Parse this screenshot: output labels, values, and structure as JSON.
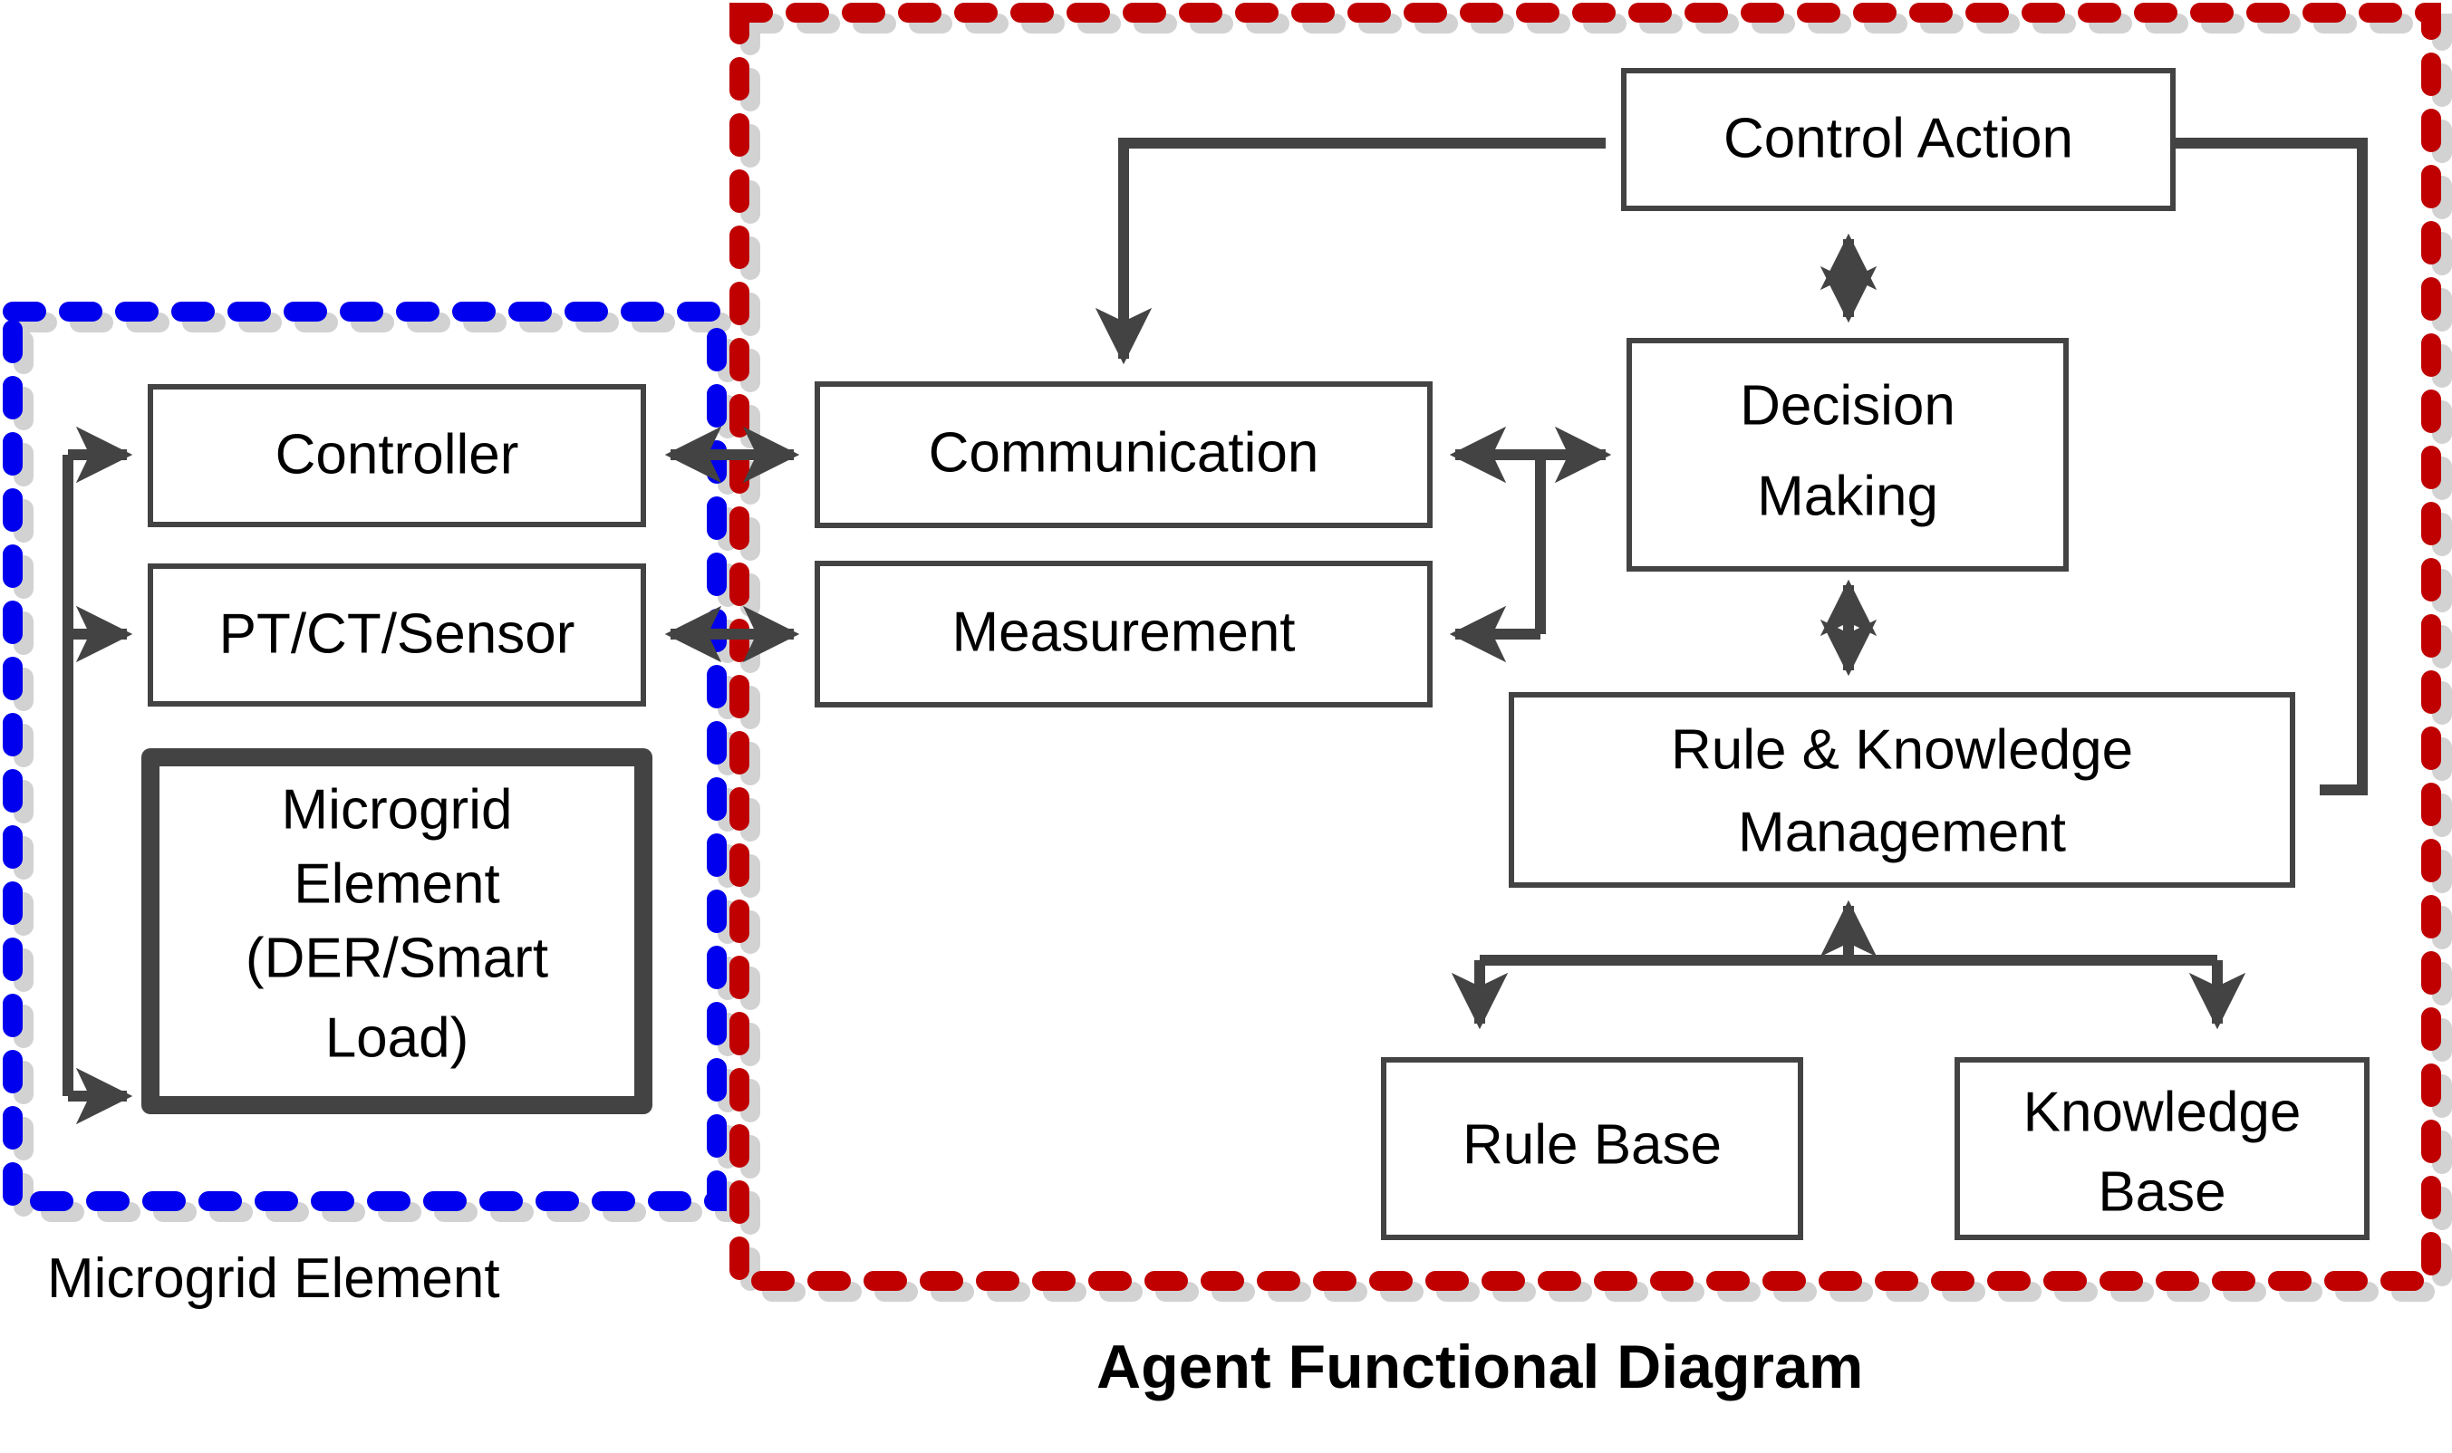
{
  "diagram": {
    "title": "Agent Functional Diagram",
    "left_caption": "Microgrid Element",
    "colors": {
      "microgrid_boundary": "#0000ee",
      "agent_boundary": "#c00000",
      "boundary_shadow": "#d2d2d2",
      "connector": "#434343",
      "box_fill": "#ffffff",
      "text": "#000000"
    },
    "nodes": [
      {
        "id": "controller",
        "label": "Controller",
        "lines": [
          "Controller"
        ]
      },
      {
        "id": "sensor",
        "label": "PT/CT/Sensor",
        "lines": [
          "PT/CT/Sensor"
        ]
      },
      {
        "id": "microgrid",
        "label": "Microgrid Element (DER/Smart Load)",
        "lines": [
          "Microgrid",
          "Element",
          "(DER/Smart",
          "Load)"
        ]
      },
      {
        "id": "communication",
        "label": "Communication",
        "lines": [
          "Communication"
        ]
      },
      {
        "id": "measurement",
        "label": "Measurement",
        "lines": [
          "Measurement"
        ]
      },
      {
        "id": "control-action",
        "label": "Control Action",
        "lines": [
          "Control Action"
        ]
      },
      {
        "id": "decision",
        "label": "Decision Making",
        "lines": [
          "Decision",
          "Making"
        ]
      },
      {
        "id": "rkm",
        "label": "Rule & Knowledge Management",
        "lines": [
          "Rule & Knowledge",
          "Management"
        ]
      },
      {
        "id": "rule-base",
        "label": "Rule Base",
        "lines": [
          "Rule Base"
        ]
      },
      {
        "id": "knowledge-base",
        "label": "Knowledge Base",
        "lines": [
          "Knowledge",
          "Base"
        ]
      }
    ],
    "groups": [
      {
        "id": "microgrid-element-group",
        "caption": "Microgrid Element",
        "color": "#0000ee"
      },
      {
        "id": "agent-group",
        "caption": "Agent Functional Diagram",
        "color": "#c00000"
      }
    ],
    "edges": [
      {
        "from": "feedback-spine",
        "to": "controller",
        "type": "arrow"
      },
      {
        "from": "feedback-spine",
        "to": "sensor",
        "type": "arrow"
      },
      {
        "from": "feedback-spine",
        "to": "microgrid",
        "type": "arrow"
      },
      {
        "from": "controller",
        "to": "communication",
        "type": "double-arrow"
      },
      {
        "from": "sensor",
        "to": "measurement",
        "type": "double-arrow"
      },
      {
        "from": "communication",
        "to": "decision",
        "type": "double-arrow"
      },
      {
        "from": "decision",
        "to": "measurement",
        "type": "arrow"
      },
      {
        "from": "control-action",
        "to": "communication",
        "type": "arrow"
      },
      {
        "from": "control-action",
        "to": "decision",
        "type": "double-arrow"
      },
      {
        "from": "decision",
        "to": "rkm",
        "type": "double-arrow"
      },
      {
        "from": "rkm",
        "to": "control-action",
        "type": "arrow"
      },
      {
        "from": "rule-base",
        "to": "rkm",
        "type": "arrow"
      },
      {
        "from": "knowledge-base",
        "to": "rkm",
        "type": "arrow"
      }
    ]
  }
}
